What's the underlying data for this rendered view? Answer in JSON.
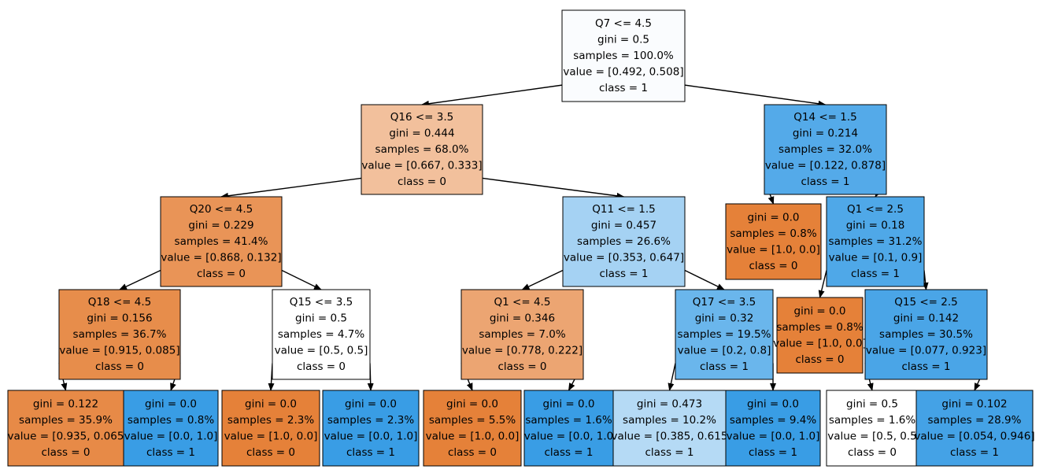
{
  "diagram": {
    "type": "decision-tree",
    "class_colors": {
      "0": "#e58139",
      "1": "#399de5"
    },
    "nodes": [
      {
        "id": "n0",
        "lines": [
          "Q7 <= 4.5",
          "gini = 0.5",
          "samples = 100.0%",
          "value = [0.492, 0.508]",
          "class = 1"
        ],
        "fill": "#fafcfe"
      },
      {
        "id": "n1",
        "lines": [
          "Q16 <= 3.5",
          "gini = 0.444",
          "samples = 68.0%",
          "value = [0.667, 0.333]",
          "class = 0"
        ],
        "fill": "#f2c09c"
      },
      {
        "id": "n2",
        "lines": [
          "Q14 <= 1.5",
          "gini = 0.214",
          "samples = 32.0%",
          "value = [0.122, 0.878]",
          "class = 1"
        ],
        "fill": "#54aae9"
      },
      {
        "id": "n3",
        "lines": [
          "Q20 <= 4.5",
          "gini = 0.229",
          "samples = 41.4%",
          "value = [0.868, 0.132]",
          "class = 0"
        ],
        "fill": "#e99457"
      },
      {
        "id": "n4",
        "lines": [
          "Q11 <= 1.5",
          "gini = 0.457",
          "samples = 26.6%",
          "value = [0.353, 0.647]",
          "class = 1"
        ],
        "fill": "#a5d2f3"
      },
      {
        "id": "n5",
        "lines": [
          "gini = 0.0",
          "samples = 0.8%",
          "value = [1.0, 0.0]",
          "class = 0"
        ],
        "fill": "#e58139"
      },
      {
        "id": "n6",
        "lines": [
          "Q1 <= 2.5",
          "gini = 0.18",
          "samples = 31.2%",
          "value = [0.1, 0.9]",
          "class = 1"
        ],
        "fill": "#4fa8e8"
      },
      {
        "id": "n7",
        "lines": [
          "Q18 <= 4.5",
          "gini = 0.156",
          "samples = 36.7%",
          "value = [0.915, 0.085]",
          "class = 0"
        ],
        "fill": "#e78d4b"
      },
      {
        "id": "n8",
        "lines": [
          "Q15 <= 3.5",
          "gini = 0.5",
          "samples = 4.7%",
          "value = [0.5, 0.5]",
          "class = 0"
        ],
        "fill": "#ffffff"
      },
      {
        "id": "n9",
        "lines": [
          "Q1 <= 4.5",
          "gini = 0.346",
          "samples = 7.0%",
          "value = [0.778, 0.222]",
          "class = 0"
        ],
        "fill": "#eca572"
      },
      {
        "id": "n10",
        "lines": [
          "Q17 <= 3.5",
          "gini = 0.32",
          "samples = 19.5%",
          "value = [0.2, 0.8]",
          "class = 1"
        ],
        "fill": "#6ab6ec"
      },
      {
        "id": "n11",
        "lines": [
          "gini = 0.0",
          "samples = 0.8%",
          "value = [1.0, 0.0]",
          "class = 0"
        ],
        "fill": "#e58139"
      },
      {
        "id": "n12",
        "lines": [
          "Q15 <= 2.5",
          "gini = 0.142",
          "samples = 30.5%",
          "value = [0.077, 0.923]",
          "class = 1"
        ],
        "fill": "#4aa5e7"
      },
      {
        "id": "n13",
        "lines": [
          "gini = 0.122",
          "samples = 35.9%",
          "value = [0.935, 0.065",
          "class = 0"
        ],
        "fill": "#e78a47"
      },
      {
        "id": "n14",
        "lines": [
          "gini = 0.0",
          "samples = 0.8%",
          "value = [0.0, 1.0]",
          "class = 1"
        ],
        "fill": "#399de5"
      },
      {
        "id": "n15",
        "lines": [
          "gini = 0.0",
          "samples = 2.3%",
          "value = [1.0, 0.0]",
          "class = 0"
        ],
        "fill": "#e58139"
      },
      {
        "id": "n16",
        "lines": [
          "gini = 0.0",
          "samples = 2.3%",
          "value = [0.0, 1.0]",
          "class = 1"
        ],
        "fill": "#399de5"
      },
      {
        "id": "n17",
        "lines": [
          "gini = 0.0",
          "samples = 5.5%",
          "value = [1.0, 0.0]",
          "class = 0"
        ],
        "fill": "#e58139"
      },
      {
        "id": "n18",
        "lines": [
          "gini = 0.0",
          "samples = 1.6%",
          "value = [0.0, 1.0",
          "class = 1"
        ],
        "fill": "#399de5"
      },
      {
        "id": "n19",
        "lines": [
          "gini = 0.473",
          "samples = 10.2%",
          "value = [0.385, 0.615",
          "class = 1"
        ],
        "fill": "#b5daf5"
      },
      {
        "id": "n20",
        "lines": [
          "gini = 0.0",
          "samples = 9.4%",
          "value = [0.0, 1.0]",
          "class = 1"
        ],
        "fill": "#399de5"
      },
      {
        "id": "n21",
        "lines": [
          "gini = 0.5",
          "samples = 1.6%",
          "value = [0.5, 0.5",
          "class = 0"
        ],
        "fill": "#ffffff"
      },
      {
        "id": "n22",
        "lines": [
          "gini = 0.102",
          "samples = 28.9%",
          "value = [0.054, 0.946]",
          "class = 1"
        ],
        "fill": "#44a2e6"
      }
    ],
    "edges": [
      [
        "n0",
        "n1"
      ],
      [
        "n0",
        "n2"
      ],
      [
        "n1",
        "n3"
      ],
      [
        "n1",
        "n4"
      ],
      [
        "n2",
        "n5"
      ],
      [
        "n2",
        "n6"
      ],
      [
        "n3",
        "n7"
      ],
      [
        "n3",
        "n8"
      ],
      [
        "n4",
        "n9"
      ],
      [
        "n4",
        "n10"
      ],
      [
        "n6",
        "n11"
      ],
      [
        "n6",
        "n12"
      ],
      [
        "n7",
        "n13"
      ],
      [
        "n7",
        "n14"
      ],
      [
        "n8",
        "n15"
      ],
      [
        "n8",
        "n16"
      ],
      [
        "n9",
        "n17"
      ],
      [
        "n9",
        "n18"
      ],
      [
        "n10",
        "n19"
      ],
      [
        "n10",
        "n20"
      ],
      [
        "n12",
        "n21"
      ],
      [
        "n12",
        "n22"
      ]
    ]
  }
}
